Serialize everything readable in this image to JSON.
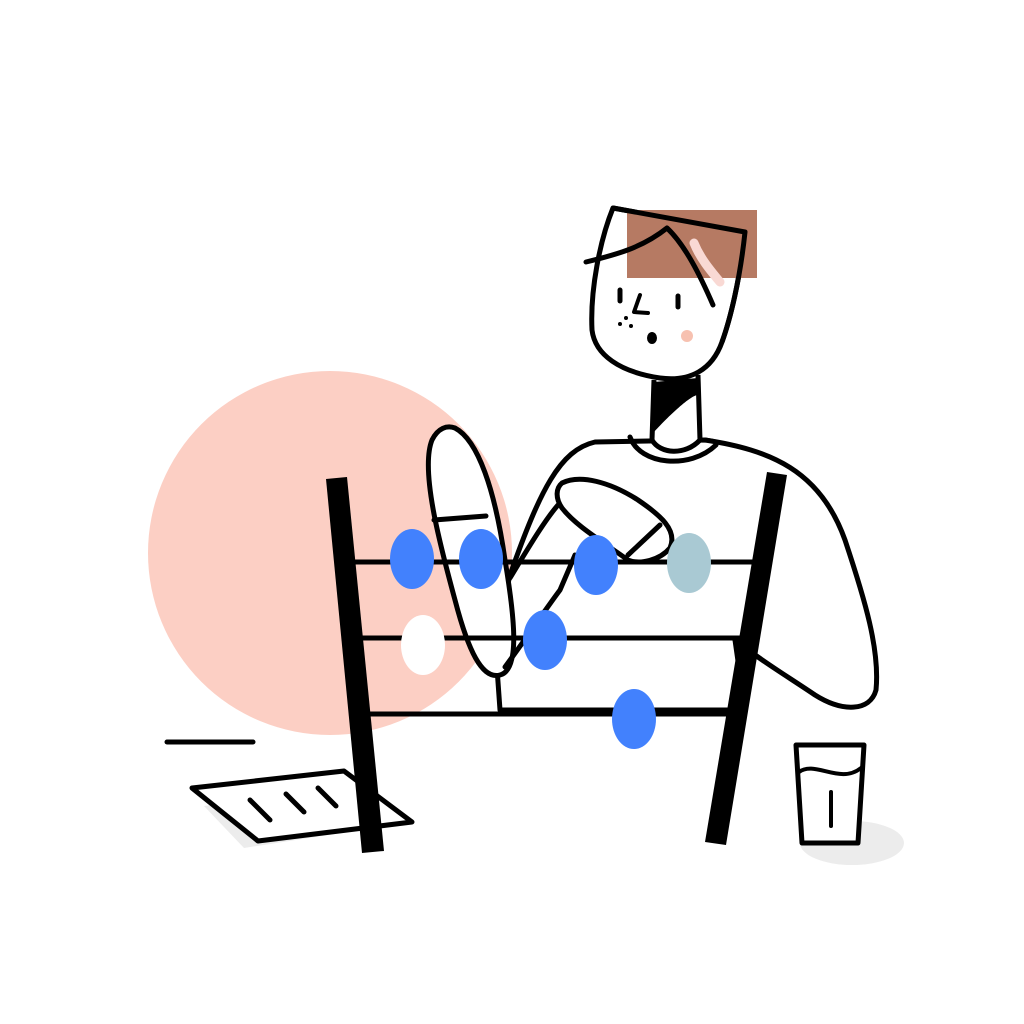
{
  "illustration": {
    "subject": "person-with-abacus",
    "icons": [
      "person-figure",
      "abacus",
      "notepad-icon",
      "glass-of-water-icon"
    ]
  },
  "colors": {
    "background": "#ffffff",
    "circle": "#fccfc4",
    "hair": "#b67a63",
    "hair_highlight": "#f9d9d4",
    "cheek": "#f7c1b0",
    "bead_blue": "#4281fd",
    "bead_teal": "#a9c9d3",
    "bead_white": "#ffffff",
    "ink": "#000000",
    "shadow": "#ececec",
    "notepad_fill": "#ececec"
  },
  "abacus": {
    "rods": [
      {
        "beads": [
          "blue",
          "blue",
          "blue",
          "teal"
        ]
      },
      {
        "beads": [
          "white",
          "blue"
        ]
      },
      {
        "beads": [
          "blue"
        ]
      }
    ]
  }
}
